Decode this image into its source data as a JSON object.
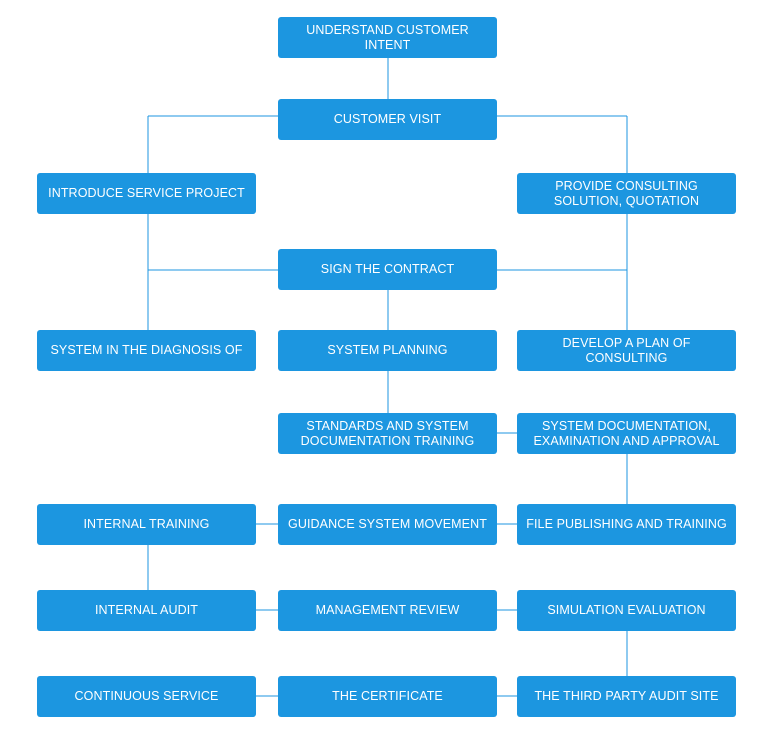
{
  "flowchart": {
    "nodes": {
      "understand_intent": "UNDERSTAND CUSTOMER INTENT",
      "customer_visit": "CUSTOMER VISIT",
      "introduce_service": "INTRODUCE SERVICE PROJECT",
      "provide_consulting": "PROVIDE CONSULTING SOLUTION, QUOTATION",
      "sign_contract": "SIGN THE CONTRACT",
      "system_diagnosis": "SYSTEM IN THE DIAGNOSIS OF",
      "system_planning": "SYSTEM PLANNING",
      "develop_plan": "DEVELOP A PLAN OF CONSULTING",
      "standards_training": "STANDARDS AND SYSTEM DOCUMENTATION TRAINING",
      "system_documentation": "SYSTEM DOCUMENTATION, EXAMINATION AND APPROVAL",
      "internal_training": "INTERNAL TRAINING",
      "guidance_movement": "GUIDANCE SYSTEM MOVEMENT",
      "file_publishing": "FILE PUBLISHING AND TRAINING",
      "internal_audit": "INTERNAL AUDIT",
      "management_review": "MANAGEMENT REVIEW",
      "simulation_evaluation": "SIMULATION EVALUATION",
      "continuous_service": "CONTINUOUS SERVICE",
      "certificate": "THE CERTIFICATE",
      "third_party_audit": "THE THIRD PARTY AUDIT SITE"
    }
  }
}
